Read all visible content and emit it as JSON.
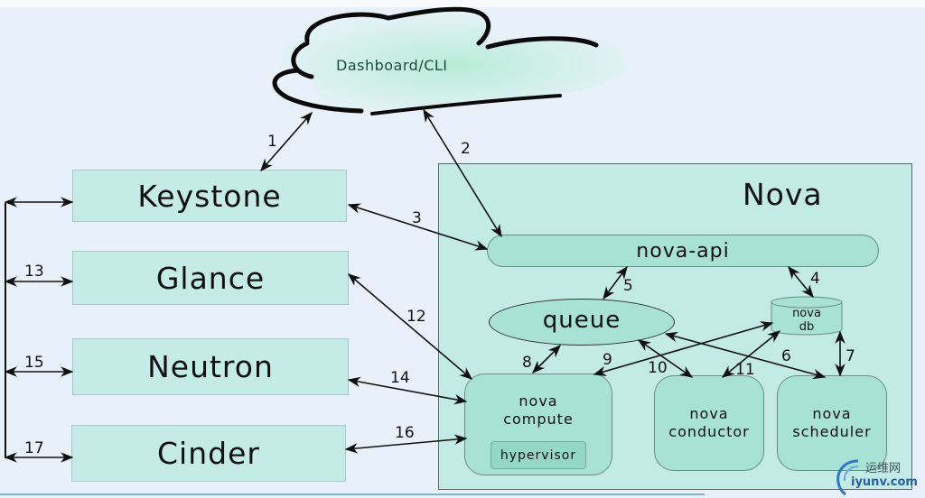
{
  "diagram": {
    "cloud": {
      "label": "Dashboard/CLI"
    },
    "services": [
      {
        "name": "Keystone"
      },
      {
        "name": "Glance"
      },
      {
        "name": "Neutron"
      },
      {
        "name": "Cinder"
      }
    ],
    "nova": {
      "title": "Nova",
      "api": "nova-api",
      "queue": "queue",
      "db_line1": "nova",
      "db_line2": "db",
      "compute_line1": "nova",
      "compute_line2": "compute",
      "hypervisor": "hypervisor",
      "conductor_line1": "nova",
      "conductor_line2": "conductor",
      "scheduler_line1": "nova",
      "scheduler_line2": "scheduler"
    },
    "edges": [
      {
        "id": "1",
        "from": "Dashboard/CLI",
        "to": "Keystone"
      },
      {
        "id": "2",
        "from": "Dashboard/CLI",
        "to": "nova-api"
      },
      {
        "id": "3",
        "from": "Keystone",
        "to": "nova-api"
      },
      {
        "id": "4",
        "from": "nova-api",
        "to": "nova db"
      },
      {
        "id": "5",
        "from": "nova-api",
        "to": "queue"
      },
      {
        "id": "6",
        "from": "queue",
        "to": "nova scheduler"
      },
      {
        "id": "7",
        "from": "nova db",
        "to": "nova scheduler"
      },
      {
        "id": "8",
        "from": "queue",
        "to": "nova compute"
      },
      {
        "id": "9",
        "from": "nova compute",
        "to": "nova db"
      },
      {
        "id": "10",
        "from": "queue",
        "to": "nova conductor"
      },
      {
        "id": "11",
        "from": "nova conductor",
        "to": "nova db"
      },
      {
        "id": "12",
        "from": "Glance",
        "to": "nova compute"
      },
      {
        "id": "13",
        "from": "Keystone",
        "to": "Glance"
      },
      {
        "id": "14",
        "from": "Neutron",
        "to": "nova compute"
      },
      {
        "id": "15",
        "from": "Keystone",
        "to": "Neutron"
      },
      {
        "id": "16",
        "from": "Cinder",
        "to": "nova compute"
      },
      {
        "id": "17",
        "from": "Keystone",
        "to": "Cinder"
      }
    ]
  },
  "watermark": {
    "cn": "运维网",
    "en": "iyunv.com"
  },
  "colors": {
    "box_fill": "#c4ebe5",
    "node_fill": "#a7e2d4",
    "background": "#e8f0fa",
    "line": "#111111"
  }
}
